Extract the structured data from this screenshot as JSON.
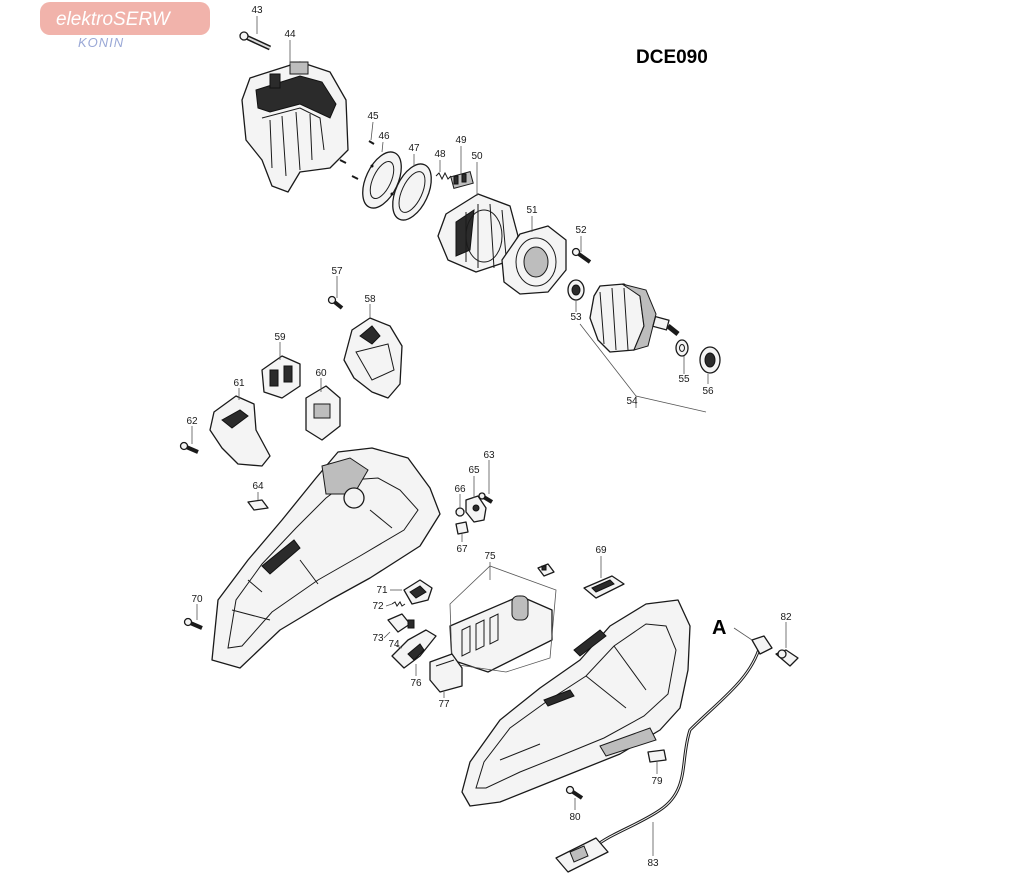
{
  "logo": {
    "brand": "elektroSERW",
    "city": "KONIN"
  },
  "model": "DCE090",
  "detail_marker": "A",
  "part_numbers": [
    "43",
    "44",
    "45",
    "46",
    "47",
    "48",
    "49",
    "50",
    "51",
    "52",
    "53",
    "54",
    "55",
    "56",
    "57",
    "58",
    "59",
    "60",
    "61",
    "62",
    "63",
    "64",
    "65",
    "66",
    "67",
    "69",
    "70",
    "71",
    "72",
    "73",
    "74",
    "75",
    "76",
    "77",
    "79",
    "80",
    "82",
    "83"
  ],
  "colors": {
    "logo_background": "#f1b3ab",
    "logo_text": "#ffffff",
    "logo_city": "#9aa8d6",
    "line_art": "#1a1a1a"
  }
}
